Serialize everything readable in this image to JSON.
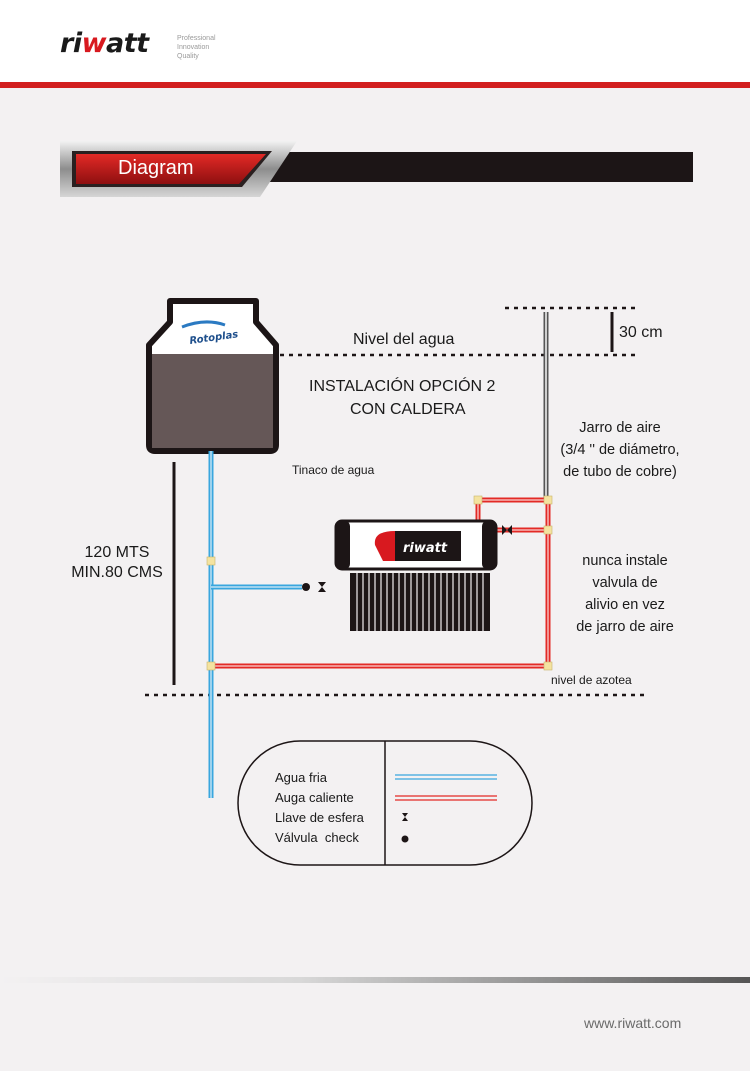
{
  "header": {
    "brand_left": "ri",
    "brand_mid": "w",
    "brand_right": "att",
    "tagline": [
      "Professional",
      "Innovation",
      "Quality"
    ]
  },
  "section": {
    "title": "Diagram"
  },
  "diagram": {
    "tank_brand": "Rotoplas",
    "water_level_label": "Nivel del agua",
    "clearance_label": "30 cm",
    "title_line1": "INSTALACIÓN OPCIÓN 2",
    "title_line2": "CON CALDERA",
    "tank_label": "Tinaco de agua",
    "air_jar_lines": [
      "Jarro de aire",
      "(3/4 '' de diámetro,",
      "de tubo de cobre)"
    ],
    "height_lines": [
      "120 MTS",
      "MIN.80 CMS"
    ],
    "warning_lines": [
      "nunca instale",
      "valvula de",
      "alivio en vez",
      "de jarro de aire"
    ],
    "roof_label": "nivel de azotea",
    "heater_brand": "riwatt"
  },
  "legend": {
    "items": [
      {
        "label": "Agua fria",
        "symbol": "cold-water-line",
        "color": "#39a6de"
      },
      {
        "label": "Auga caliente",
        "symbol": "hot-water-line",
        "color": "#e32a26"
      },
      {
        "label": "Llave de esfera",
        "symbol": "ball-valve-icon"
      },
      {
        "label": "Válvula  check",
        "symbol": "check-valve-icon"
      }
    ]
  },
  "footer": {
    "url": "www.riwatt.com"
  },
  "colors": {
    "accent": "#d21f1f",
    "cold": "#39a6de",
    "hot": "#e32a26",
    "dark": "#1c1516"
  }
}
